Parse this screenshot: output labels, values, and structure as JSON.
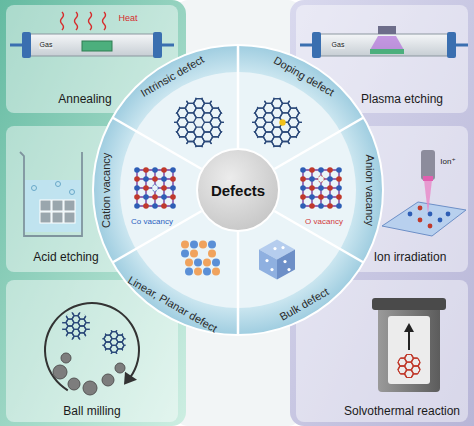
{
  "diagram": {
    "nodes": [
      {
        "text": [
          "Defects"
        ]
      }
    ],
    "labels": [
      "Heat",
      "Gas",
      "Annealing",
      "Gas",
      "Plasma etching",
      "Intrinsic defect",
      "Doping defect",
      "Cation vacancy",
      "Anion vacancy",
      "Co vacancy",
      "O vacancy",
      "Acid etching",
      "Ion⁺",
      "Ion irradiation",
      "Linear, Planar defect",
      "Bulk defect",
      "Ball milling",
      "Solvothermal reaction"
    ]
  }
}
